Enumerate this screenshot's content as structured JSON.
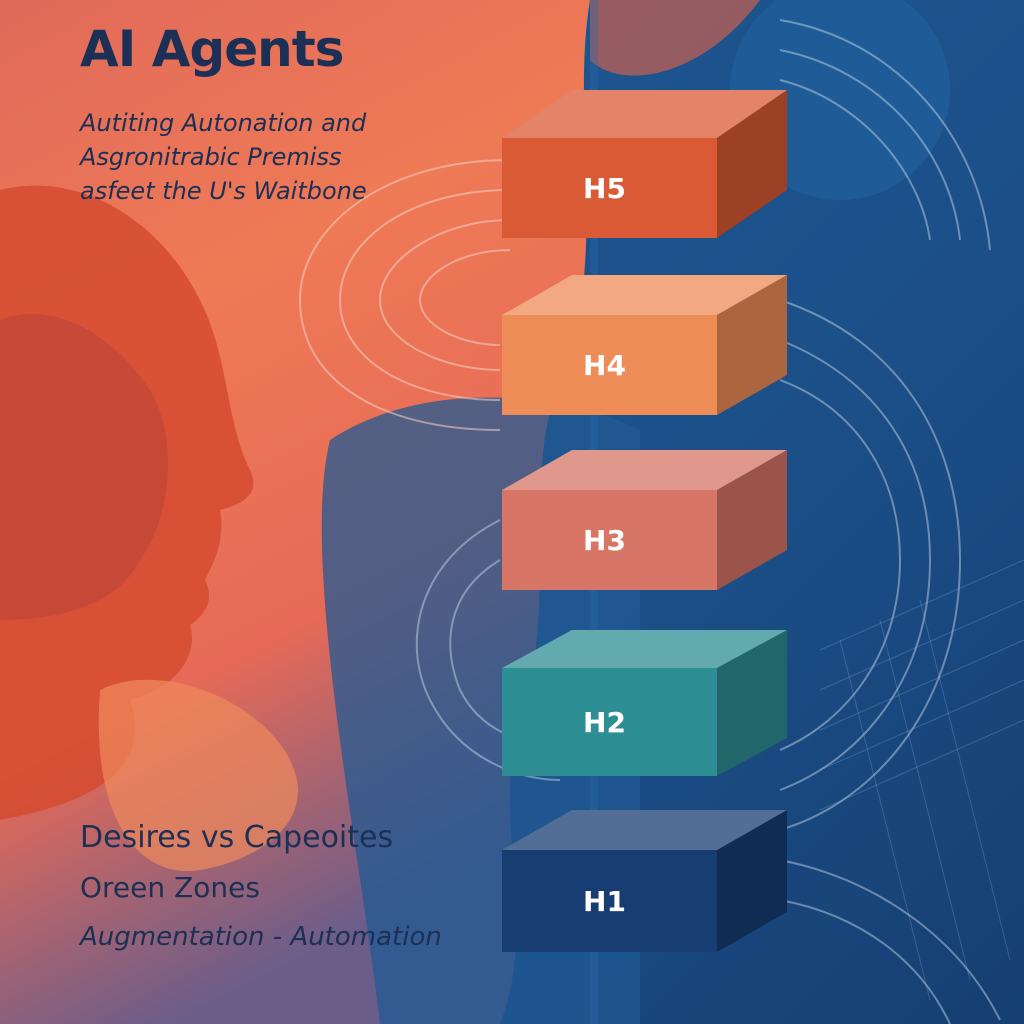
{
  "colors": {
    "ink": "#1c2f55",
    "warm_top": "#e97c55",
    "warm_mid": "#ef8a57",
    "blue_dark": "#163f74",
    "blue_mid": "#2660a0"
  },
  "poster": {
    "title": "AI Agents",
    "subtitle_lines": [
      "Autiting Autonation and",
      "Asgronitrabic Premiss",
      "asfeet the U's Waitbone"
    ],
    "list": [
      "Desires vs Capeoites",
      "Oreen Zones",
      "Augmentation - Automation"
    ]
  },
  "blocks": [
    {
      "label": "H5",
      "color": "#d95a35"
    },
    {
      "label": "H4",
      "color": "#ee8c58"
    },
    {
      "label": "H3",
      "color": "#d77566"
    },
    {
      "label": "H2",
      "color": "#2d8e93"
    },
    {
      "label": "H1",
      "color": "#183d73"
    }
  ]
}
